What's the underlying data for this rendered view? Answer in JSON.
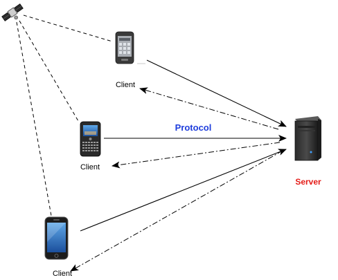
{
  "labels": {
    "client_top": "Client",
    "client_middle": "Client",
    "client_bottom": "Client",
    "protocol": "Protocol",
    "server": "Server"
  },
  "icons": {
    "satellite": "satellite-icon",
    "phone_top": "android-phone-icon",
    "phone_middle": "qwerty-phone-icon",
    "phone_bottom": "iphone-icon",
    "server": "server-tower-icon"
  },
  "colors": {
    "protocol": "#1e3ddc",
    "server": "#e41b17",
    "lines": "#000000"
  }
}
